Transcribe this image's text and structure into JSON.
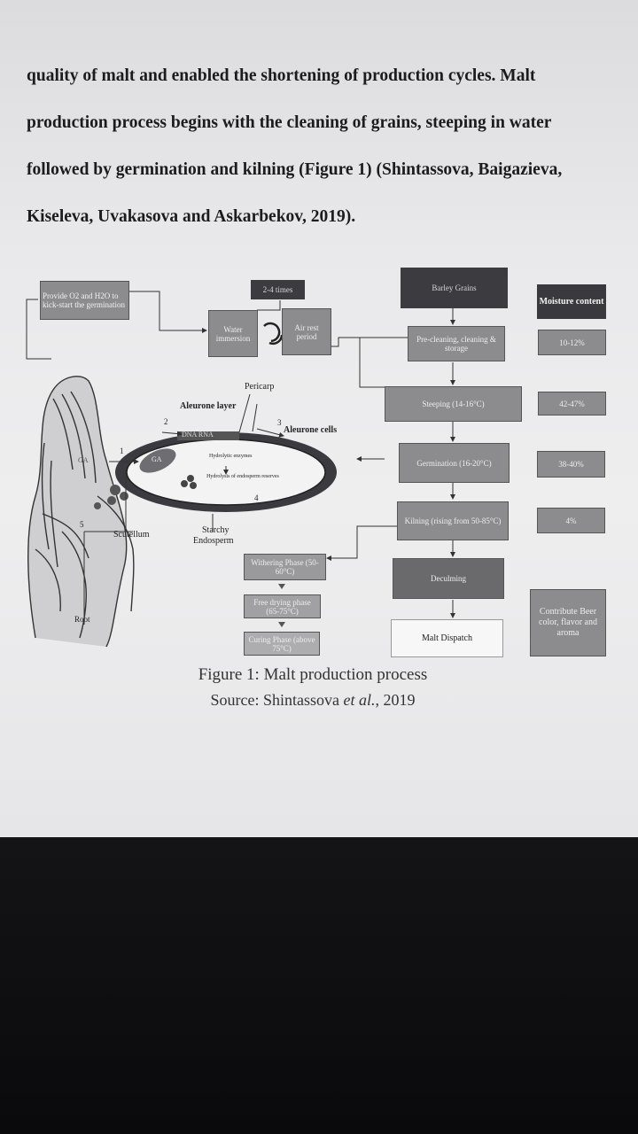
{
  "paragraph": {
    "lines": [
      "quality of malt and enabled the shortening of production cycles. Malt",
      "production process begins with the cleaning of grains, steeping in water",
      "followed by germination and kilning (Figure 1) (Shintassova, Baigazieva,",
      "Kiseleva, Uvakasova and Askarbekov, 2019)."
    ]
  },
  "figure": {
    "left_boxes": {
      "provide": "Provide O2 and H2O to kick-start the germination",
      "times": "2-4 times",
      "water_immersion": "Water immersion",
      "air_rest": "Air rest period"
    },
    "grain": {
      "pericarp": "Pericarp",
      "aleurone_layer": "Aleurone layer",
      "aleurone_cells": "Aleurone cells",
      "dna_rna": "DNA   RNA",
      "ga_embryo": "GA",
      "ga_scutellum": "GA",
      "hydrolytic": "Hydrolytic enzymes",
      "hydrolysis": "Hydrolysis of endosperm reserves",
      "starchy": "Starchy",
      "endosperm": "Endosperm",
      "scutellum": "Scutellum",
      "root": "Root",
      "num1": "1",
      "num2": "2",
      "num3": "3",
      "num4": "4",
      "num5": "5"
    },
    "kiln_phases": {
      "withering": "Withering Phase (50-60°C)",
      "free_drying": "Free drying phase (65-75°C)",
      "curing": "Curing Phase (above 75°C)"
    },
    "process": {
      "barley": "Barley Grains",
      "precleaning": "Pre-cleaning, cleaning & storage",
      "steeping": "Steeping (14-16°C)",
      "germination": "Germination (16-20°C)",
      "kilning": "Kilning (rising from 50-85°C)",
      "deculming": "Deculming",
      "dispatch": "Malt Dispatch"
    },
    "moisture": {
      "header": "Moisture content",
      "v1": "10-12%",
      "v2": "42-47%",
      "v3": "38-40%",
      "v4": "4%"
    },
    "contribute": "Contribute Beer color, flavor and aroma"
  },
  "caption": {
    "title": "Figure 1: Malt production process",
    "source_prefix": "Source: Shintassova ",
    "source_etal": "et al.",
    "source_suffix": ", 2019"
  }
}
